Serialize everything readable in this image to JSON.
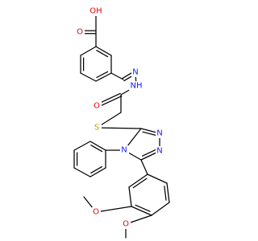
{
  "molecule": {
    "colors": {
      "bond": "#000000",
      "oxygen": "#e8000b",
      "nitrogen": "#1a1aff",
      "sulfur": "#b8a000",
      "background": "#ffffff"
    },
    "atoms": {
      "carboxyl_oh": {
        "text": "OH",
        "element": "oxygen"
      },
      "carboxyl_o": {
        "text": "O",
        "element": "oxygen"
      },
      "imine_n": {
        "text": "N",
        "element": "nitrogen"
      },
      "hydrazide_nh": {
        "text": "NH",
        "element": "nitrogen"
      },
      "amide_o": {
        "text": "O",
        "element": "oxygen"
      },
      "thioether_s": {
        "text": "S",
        "element": "sulfur"
      },
      "triazole_n2": {
        "text": "N",
        "element": "nitrogen"
      },
      "triazole_n1": {
        "text": "N",
        "element": "nitrogen"
      },
      "triazole_n4": {
        "text": "N",
        "element": "nitrogen"
      },
      "methoxy_o3": {
        "text": "O",
        "element": "oxygen"
      },
      "methoxy_o4": {
        "text": "O",
        "element": "oxygen"
      }
    }
  }
}
